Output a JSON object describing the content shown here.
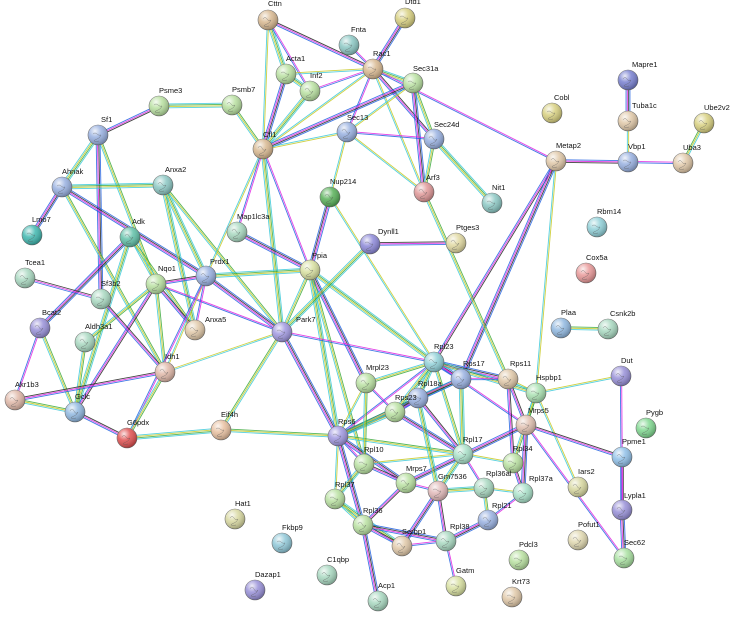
{
  "network": {
    "edge_colors": [
      "#e020e0",
      "#3aa83a",
      "#2060e0",
      "#c8c820",
      "#202020",
      "#38c8d8"
    ],
    "nodes": [
      {
        "id": "Dtd1",
        "color": "#d8d080"
      },
      {
        "id": "Cttn",
        "color": "#d8b890"
      },
      {
        "id": "Fnta",
        "color": "#8cc8c4"
      },
      {
        "id": "Acta1",
        "color": "#b8e0a0"
      },
      {
        "id": "Inf2",
        "color": "#b8e0a0"
      },
      {
        "id": "Rac1",
        "color": "#d8b890"
      },
      {
        "id": "Sec31a",
        "color": "#b8e0a0"
      },
      {
        "id": "Mapre1",
        "color": "#7880d0"
      },
      {
        "id": "Psme3",
        "color": "#b8e0a0"
      },
      {
        "id": "Psmb7",
        "color": "#b8e0a0"
      },
      {
        "id": "Cobl",
        "color": "#d8d080"
      },
      {
        "id": "Tuba1c",
        "color": "#e0c8a8"
      },
      {
        "id": "Ube2v2",
        "color": "#d8d080"
      },
      {
        "id": "Sf1",
        "color": "#98b0e0"
      },
      {
        "id": "Sec13",
        "color": "#98b0e0"
      },
      {
        "id": "Sec24d",
        "color": "#98b0e0"
      },
      {
        "id": "Cfl1",
        "color": "#d8b890"
      },
      {
        "id": "Metap2",
        "color": "#e0c8a8"
      },
      {
        "id": "Vbp1",
        "color": "#98b0e0"
      },
      {
        "id": "Uba3",
        "color": "#e0c8a8"
      },
      {
        "id": "Ahnak",
        "color": "#98b0e0"
      },
      {
        "id": "Anxa2",
        "color": "#8cc8c4"
      },
      {
        "id": "Arf3",
        "color": "#e09898"
      },
      {
        "id": "Nup214",
        "color": "#58b058"
      },
      {
        "id": "Nit1",
        "color": "#8cc8c4"
      },
      {
        "id": "Lmo7",
        "color": "#40b8b0"
      },
      {
        "id": "Adk",
        "color": "#60c0a8"
      },
      {
        "id": "Map1lc3a",
        "color": "#a8d8c0"
      },
      {
        "id": "Dynll1",
        "color": "#8c88d8"
      },
      {
        "id": "Rbm14",
        "color": "#90d0d8"
      },
      {
        "id": "Ptges3",
        "color": "#e0d8a0"
      },
      {
        "id": "Tcea1",
        "color": "#a8d8c0"
      },
      {
        "id": "Nqo1",
        "color": "#b8e0a0"
      },
      {
        "id": "Prdx1",
        "color": "#98b0e0"
      },
      {
        "id": "Ppia",
        "color": "#d8e0a0"
      },
      {
        "id": "Cox5a",
        "color": "#e89898"
      },
      {
        "id": "Sf3b2",
        "color": "#a8d8c0"
      },
      {
        "id": "Bcat2",
        "color": "#9890d8"
      },
      {
        "id": "Anxa5",
        "color": "#e0c8a8"
      },
      {
        "id": "Aldh3a1",
        "color": "#a8d8c0"
      },
      {
        "id": "Park7",
        "color": "#a098e0"
      },
      {
        "id": "Plaa",
        "color": "#90b8e0"
      },
      {
        "id": "Csnk2b",
        "color": "#a8d8c0"
      },
      {
        "id": "Rpl23",
        "color": "#90d0d8"
      },
      {
        "id": "Idh1",
        "color": "#e0b8a8"
      },
      {
        "id": "Mrpl23",
        "color": "#b8e0a0"
      },
      {
        "id": "Rps17",
        "color": "#98b0e0"
      },
      {
        "id": "Rps11",
        "color": "#e0c8a8"
      },
      {
        "id": "Dut",
        "color": "#9890d8"
      },
      {
        "id": "Akr1b3",
        "color": "#e0b8a8"
      },
      {
        "id": "Gclc",
        "color": "#90b8e0"
      },
      {
        "id": "Rpl18a",
        "color": "#98b0e0"
      },
      {
        "id": "Hspbp1",
        "color": "#a8e0b0"
      },
      {
        "id": "Rps23",
        "color": "#b8e0a0"
      },
      {
        "id": "G6pdx",
        "color": "#e05050"
      },
      {
        "id": "Eif4h",
        "color": "#e8c0a0"
      },
      {
        "id": "Mrps5",
        "color": "#e0c0b0"
      },
      {
        "id": "Rps6",
        "color": "#a098e0"
      },
      {
        "id": "Pygb",
        "color": "#80d890"
      },
      {
        "id": "Rpl17",
        "color": "#a8e0c8"
      },
      {
        "id": "Rpl10",
        "color": "#b8e0a0"
      },
      {
        "id": "Ppme1",
        "color": "#90c0e8"
      },
      {
        "id": "Rpl34",
        "color": "#b8e0a0"
      },
      {
        "id": "Rpl37",
        "color": "#b8e0a0"
      },
      {
        "id": "Mrps7",
        "color": "#b8e0a0"
      },
      {
        "id": "Gm7536",
        "color": "#e0b8b8"
      },
      {
        "id": "Rpl36al",
        "color": "#a8d8c0"
      },
      {
        "id": "Rpl37a",
        "color": "#a8e0c8"
      },
      {
        "id": "Iars2",
        "color": "#d8d8a0"
      },
      {
        "id": "Hat1",
        "color": "#d8d8a0"
      },
      {
        "id": "Rpl36",
        "color": "#b8e0a0"
      },
      {
        "id": "Rpl21",
        "color": "#98b0e0"
      },
      {
        "id": "Lypla1",
        "color": "#9890d8"
      },
      {
        "id": "Fkbp9",
        "color": "#90c8d8"
      },
      {
        "id": "Serbp1",
        "color": "#e0c8a8"
      },
      {
        "id": "Rpl38",
        "color": "#a8d8c0"
      },
      {
        "id": "Pofut1",
        "color": "#e0d8b0"
      },
      {
        "id": "Pdcl3",
        "color": "#b8e0a0"
      },
      {
        "id": "Sec62",
        "color": "#a8e0a0"
      },
      {
        "id": "C1qbp",
        "color": "#a8d8c0"
      },
      {
        "id": "Dazap1",
        "color": "#9890d8"
      },
      {
        "id": "Gatm",
        "color": "#d8e0a0"
      },
      {
        "id": "Krt73",
        "color": "#e0c8a8"
      },
      {
        "id": "Acp1",
        "color": "#a8d8c0"
      }
    ],
    "edges": [
      [
        "Cttn",
        "Rac1"
      ],
      [
        "Cttn",
        "Acta1"
      ],
      [
        "Cttn",
        "Inf2"
      ],
      [
        "Cttn",
        "Cfl1"
      ],
      [
        "Dtd1",
        "Rac1"
      ],
      [
        "Fnta",
        "Rac1"
      ],
      [
        "Acta1",
        "Inf2"
      ],
      [
        "Acta1",
        "Cfl1"
      ],
      [
        "Acta1",
        "Rac1"
      ],
      [
        "Inf2",
        "Cfl1"
      ],
      [
        "Inf2",
        "Rac1"
      ],
      [
        "Rac1",
        "Cfl1"
      ],
      [
        "Rac1",
        "Sec13"
      ],
      [
        "Rac1",
        "Arf3"
      ],
      [
        "Rac1",
        "Sec31a"
      ],
      [
        "Rac1",
        "Sec24d"
      ],
      [
        "Rac1",
        "Metap2"
      ],
      [
        "Sec31a",
        "Sec13"
      ],
      [
        "Sec31a",
        "Sec24d"
      ],
      [
        "Sec31a",
        "Arf3"
      ],
      [
        "Sec31a",
        "Cfl1"
      ],
      [
        "Sec13",
        "Sec24d"
      ],
      [
        "Sec13",
        "Arf3"
      ],
      [
        "Sec13",
        "Nup214"
      ],
      [
        "Sec13",
        "Cfl1"
      ],
      [
        "Sec24d",
        "Arf3"
      ],
      [
        "Sec24d",
        "Nit1"
      ],
      [
        "Psme3",
        "Psmb7"
      ],
      [
        "Psme3",
        "Sf1"
      ],
      [
        "Psmb7",
        "Cfl1"
      ],
      [
        "Mapre1",
        "Tuba1c"
      ],
      [
        "Tuba1c",
        "Vbp1"
      ],
      [
        "Vbp1",
        "Metap2"
      ],
      [
        "Vbp1",
        "Uba3"
      ],
      [
        "Uba3",
        "Ube2v2"
      ],
      [
        "Sf1",
        "Ahnak"
      ],
      [
        "Sf1",
        "Sf3b2"
      ],
      [
        "Sf1",
        "Nqo1"
      ],
      [
        "Ahnak",
        "Anxa2"
      ],
      [
        "Ahnak",
        "Lmo7"
      ],
      [
        "Ahnak",
        "Idh1"
      ],
      [
        "Ahnak",
        "Prdx1"
      ],
      [
        "Anxa2",
        "Anxa5"
      ],
      [
        "Anxa2",
        "Prdx1"
      ],
      [
        "Anxa2",
        "Park7"
      ],
      [
        "Cfl1",
        "Ppia"
      ],
      [
        "Cfl1",
        "Prdx1"
      ],
      [
        "Cfl1",
        "Map1lc3a"
      ],
      [
        "Cfl1",
        "Park7"
      ],
      [
        "Adk",
        "Nqo1"
      ],
      [
        "Adk",
        "Gclc"
      ],
      [
        "Adk",
        "Bcat2"
      ],
      [
        "Adk",
        "Anxa5"
      ],
      [
        "Nqo1",
        "Prdx1"
      ],
      [
        "Nqo1",
        "Park7"
      ],
      [
        "Nqo1",
        "Anxa5"
      ],
      [
        "Nqo1",
        "Gclc"
      ],
      [
        "Nqo1",
        "Aldh3a1"
      ],
      [
        "Nqo1",
        "Idh1"
      ],
      [
        "Prdx1",
        "Park7"
      ],
      [
        "Prdx1",
        "Ppia"
      ],
      [
        "Prdx1",
        "Idh1"
      ],
      [
        "Prdx1",
        "G6pdx"
      ],
      [
        "Prdx1",
        "Anxa5"
      ],
      [
        "Ppia",
        "Park7"
      ],
      [
        "Ppia",
        "Rps6"
      ],
      [
        "Ppia",
        "Rpl23"
      ],
      [
        "Ppia",
        "Mrpl23"
      ],
      [
        "Ppia",
        "Rpl10"
      ],
      [
        "Ppia",
        "Nup214"
      ],
      [
        "Map1lc3a",
        "Ppia"
      ],
      [
        "Dynll1",
        "Ptges3"
      ],
      [
        "Dynll1",
        "Park7"
      ],
      [
        "Tcea1",
        "Sf3b2"
      ],
      [
        "Sf3b2",
        "Idh1"
      ],
      [
        "Bcat2",
        "Akr1b3"
      ],
      [
        "Bcat2",
        "Gclc"
      ],
      [
        "Aldh3a1",
        "Gclc"
      ],
      [
        "Akr1b3",
        "Gclc"
      ],
      [
        "Akr1b3",
        "Idh1"
      ],
      [
        "Gclc",
        "G6pdx"
      ],
      [
        "Idh1",
        "G6pdx"
      ],
      [
        "Idh1",
        "Park7"
      ],
      [
        "Eif4h",
        "Rps6"
      ],
      [
        "Eif4h",
        "Park7"
      ],
      [
        "Eif4h",
        "G6pdx"
      ],
      [
        "Park7",
        "Rps6"
      ],
      [
        "Park7",
        "Rpl23"
      ],
      [
        "Plaa",
        "Csnk2b"
      ],
      [
        "Metap2",
        "Rpl23"
      ],
      [
        "Metap2",
        "Rps17"
      ],
      [
        "Metap2",
        "Hspbp1"
      ],
      [
        "Arf3",
        "Rps11"
      ],
      [
        "Rpl23",
        "Rps17"
      ],
      [
        "Rpl23",
        "Rps11"
      ],
      [
        "Rpl23",
        "Mrpl23"
      ],
      [
        "Rpl23",
        "Rpl18a"
      ],
      [
        "Rpl23",
        "Rps6"
      ],
      [
        "Rpl23",
        "Rps23"
      ],
      [
        "Rpl23",
        "Rpl17"
      ],
      [
        "Rpl23",
        "Mrps5"
      ],
      [
        "Rpl23",
        "Hspbp1"
      ],
      [
        "Rps17",
        "Rps11"
      ],
      [
        "Rps17",
        "Rpl18a"
      ],
      [
        "Rps17",
        "Rps6"
      ],
      [
        "Rps17",
        "Rpl17"
      ],
      [
        "Rps11",
        "Hspbp1"
      ],
      [
        "Rps11",
        "Mrps5"
      ],
      [
        "Rps11",
        "Rpl34"
      ],
      [
        "Hspbp1",
        "Dut"
      ],
      [
        "Hspbp1",
        "Mrps5"
      ],
      [
        "Hspbp1",
        "Rpl34"
      ],
      [
        "Hspbp1",
        "Iars2"
      ],
      [
        "Mrps5",
        "Rpl37a"
      ],
      [
        "Mrps5",
        "Mrps7"
      ],
      [
        "Mrps5",
        "Ppme1"
      ],
      [
        "Mrps5",
        "Sec62"
      ],
      [
        "Rps6",
        "Rpl10"
      ],
      [
        "Rps6",
        "Rpl37"
      ],
      [
        "Rps6",
        "Rpl36"
      ],
      [
        "Rps6",
        "Rps23"
      ],
      [
        "Rps6",
        "Mrpl23"
      ],
      [
        "Rps6",
        "Rpl18a"
      ],
      [
        "Rps6",
        "Rpl17"
      ],
      [
        "Rps6",
        "Mrps7"
      ],
      [
        "Rps23",
        "Rpl17"
      ],
      [
        "Rps23",
        "Rpl18a"
      ],
      [
        "Rpl17",
        "Rpl34"
      ],
      [
        "Rpl17",
        "Gm7536"
      ],
      [
        "Rpl17",
        "Rpl36al"
      ],
      [
        "Rpl10",
        "Rpl37"
      ],
      [
        "Rpl10",
        "Mrps7"
      ],
      [
        "Rpl10",
        "Rpl17"
      ],
      [
        "Rpl37",
        "Rpl36"
      ],
      [
        "Rpl37",
        "Serbp1"
      ],
      [
        "Rpl36",
        "Serbp1"
      ],
      [
        "Rpl36",
        "Rpl38"
      ],
      [
        "Rpl36",
        "Acp1"
      ],
      [
        "Mrps7",
        "Gm7536"
      ],
      [
        "Mrps7",
        "Rpl36"
      ],
      [
        "Gm7536",
        "Rpl36al"
      ],
      [
        "Gm7536",
        "Serbp1"
      ],
      [
        "Gm7536",
        "Rpl38"
      ],
      [
        "Rpl36al",
        "Rpl37a"
      ],
      [
        "Rpl36al",
        "Rpl21"
      ],
      [
        "Rpl37a",
        "Rpl21"
      ],
      [
        "Rpl21",
        "Rpl38"
      ],
      [
        "Serbp1",
        "Rpl38"
      ],
      [
        "Rpl38",
        "Gatm"
      ],
      [
        "Rpl34",
        "Rpl37a"
      ],
      [
        "Ppme1",
        "Lypla1"
      ],
      [
        "Lypla1",
        "Sec62"
      ],
      [
        "Dut",
        "Lypla1"
      ],
      [
        "Mrpl23",
        "Rpl10"
      ],
      [
        "Mrpl23",
        "Rps23"
      ],
      [
        "Rpl18a",
        "Rpl17"
      ],
      [
        "Rpl18a",
        "Gm7536"
      ],
      [
        "Nup214",
        "Rpl23"
      ]
    ]
  }
}
